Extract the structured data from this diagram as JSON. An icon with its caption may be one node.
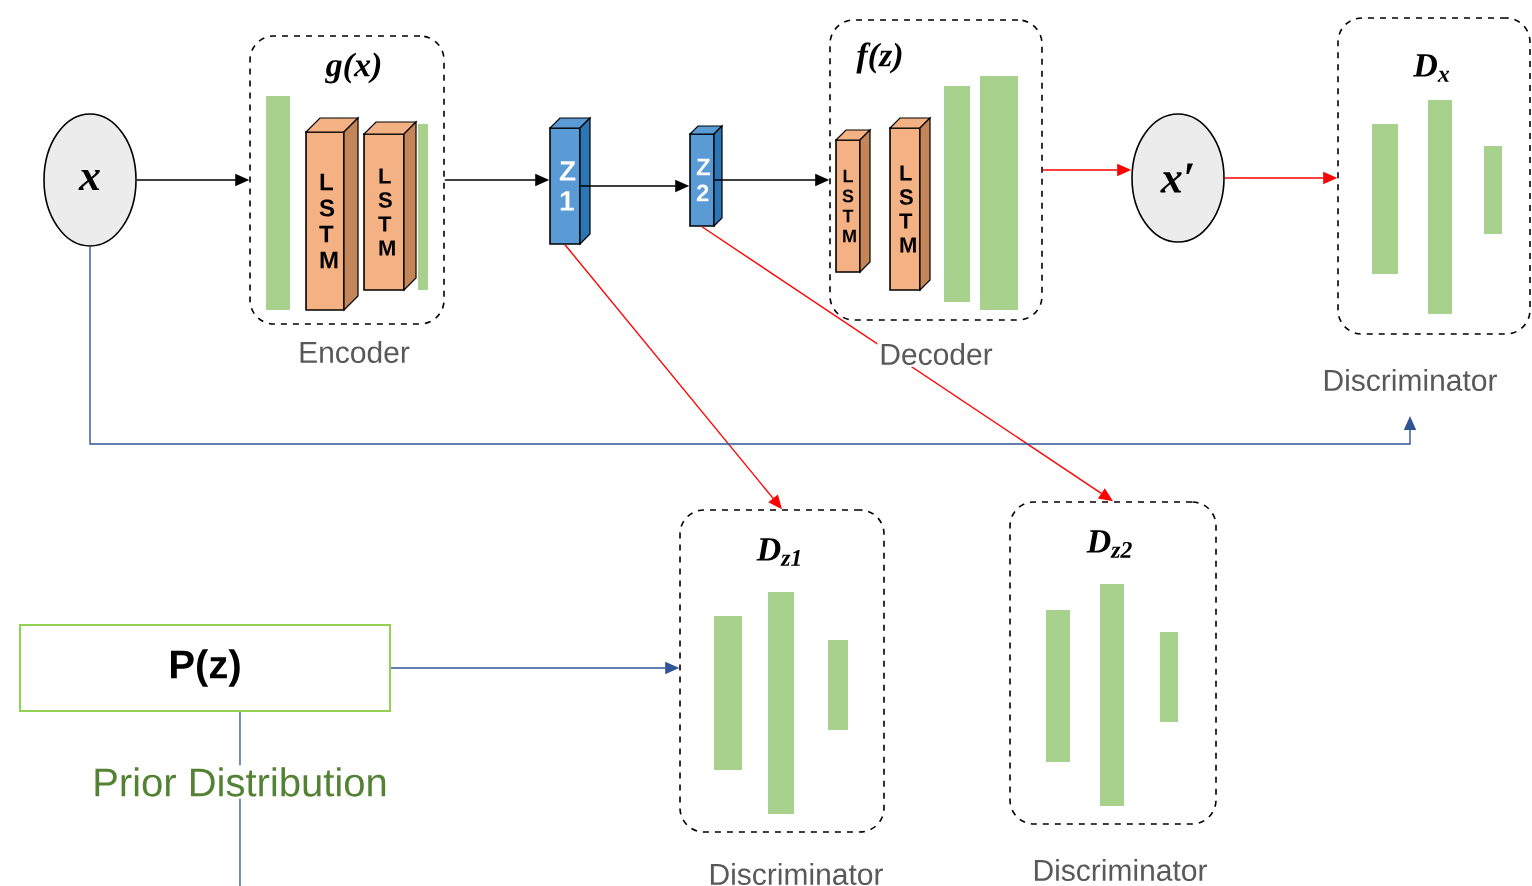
{
  "diagram": {
    "nodes": [
      {
        "text": [
          "x"
        ]
      },
      {
        "text": [
          "g(x)"
        ],
        "beside": [
          "Encoder"
        ]
      },
      {
        "text": [
          "L S T M"
        ],
        "in": 1
      },
      {
        "text": [
          "L S T M"
        ],
        "in": 1
      },
      {
        "text": [
          "Z 1"
        ]
      },
      {
        "text": [
          "Z 2"
        ]
      },
      {
        "text": [
          "f(z)"
        ],
        "beside": [
          "Decoder"
        ]
      },
      {
        "text": [
          "L S T M"
        ],
        "in": 6
      },
      {
        "text": [
          "L S T M"
        ],
        "in": 6
      },
      {
        "text": [
          "x′"
        ]
      },
      {
        "text": [
          "D$_{x}$"
        ],
        "beside": [
          "Discriminator"
        ]
      },
      {
        "text": [
          "P(z)"
        ],
        "beside": [
          "Prior Distribution"
        ]
      },
      {
        "text": [
          "D$_{z1}$"
        ],
        "beside": [
          "Discriminator"
        ]
      },
      {
        "text": [
          "D$_{z2}$"
        ],
        "beside": [
          "Discriminator"
        ]
      }
    ],
    "edges": [
      {
        "from": 0,
        "to": 1,
        "arrow": "to"
      },
      {
        "from": 1,
        "to": 4,
        "arrow": "to"
      },
      {
        "from": 4,
        "to": 5,
        "arrow": "to"
      },
      {
        "from": 5,
        "to": 6,
        "arrow": "to"
      },
      {
        "from": 6,
        "to": 9,
        "arrow": "to",
        "color": "#ff0000"
      },
      {
        "from": 9,
        "to": 10,
        "arrow": "to",
        "color": "#ff0000"
      },
      {
        "from": 4,
        "to": 12,
        "arrow": "to",
        "color": "#ff0000"
      },
      {
        "from": 5,
        "to": 13,
        "arrow": "to",
        "color": "#ff0000"
      },
      {
        "from": 0,
        "to": 10,
        "arrow": "to",
        "color": "#2f5597"
      },
      {
        "from": 11,
        "to": 12,
        "arrow": "to",
        "color": "#2f5597"
      },
      {
        "from": 11,
        "to": null,
        "arrow": "none",
        "color": "#2f5597"
      }
    ]
  }
}
